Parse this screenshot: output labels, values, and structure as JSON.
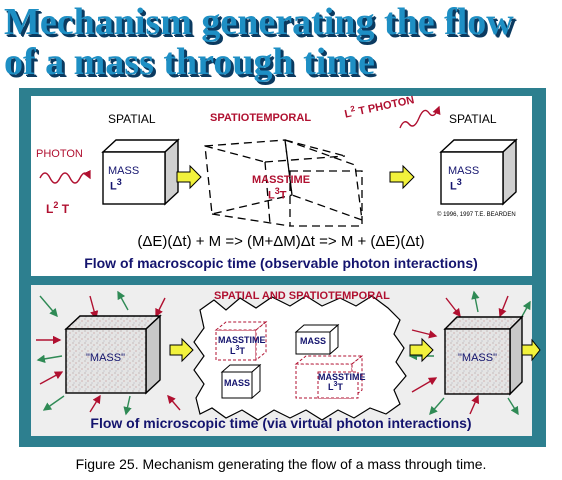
{
  "title": {
    "line1": "Mechanism generating the flow",
    "line2": "of a mass through time"
  },
  "top_panel": {
    "spatial_left": "SPATIAL",
    "spatiotemporal": "SPATIOTEMPORAL",
    "photon_right_l2": "L",
    "photon_right_exp": "2",
    "photon_right_t": "T PHOTON",
    "spatial_right": "SPATIAL",
    "photon_left": "PHOTON",
    "photon_left_l2_l": "L",
    "photon_left_l2_exp": "2",
    "photon_left_l2_t": "T",
    "mass_left": "MASS",
    "mass_left_l": "L",
    "mass_left_exp": "3",
    "masstime": "MASSTIME",
    "masstime_l": "L",
    "masstime_exp": "3",
    "masstime_t": "T",
    "mass_right": "MASS",
    "mass_right_l": "L",
    "mass_right_exp": "3",
    "copyright": "© 1996, 1997  T.E. BEARDEN",
    "equation": "(ΔE)(Δt) + M => (M+ΔM)Δt => M + (ΔE)(Δt)",
    "subtitle": "Flow of macroscopic time (observable photon interactions)"
  },
  "bottom_panel": {
    "heading": "SPATIAL AND SPATIOTEMPORAL",
    "mass_left": "\"MASS\"",
    "mass_right": "\"MASS\"",
    "masstime_1": "MASSTIME",
    "masstime_1_l": "L",
    "masstime_1_exp": "3",
    "masstime_1_t": "T",
    "mass_a": "MASS",
    "mass_b": "MASS",
    "masstime_2": "MASSTIME",
    "masstime_2_l": "L",
    "masstime_2_exp": "3",
    "masstime_2_t": "T",
    "subtitle": "Flow of microscopic time (via virtual photon interactions)"
  },
  "caption": "Figure 25.  Mechanism generating the flow of a mass through time.",
  "colors": {
    "title": "#1e8fc4",
    "frame": "#2d7f8f",
    "arrow_yellow": "#f2f23c",
    "label_red": "#b01030",
    "label_navy": "#14146e",
    "arrow_green": "#2f8a55"
  }
}
